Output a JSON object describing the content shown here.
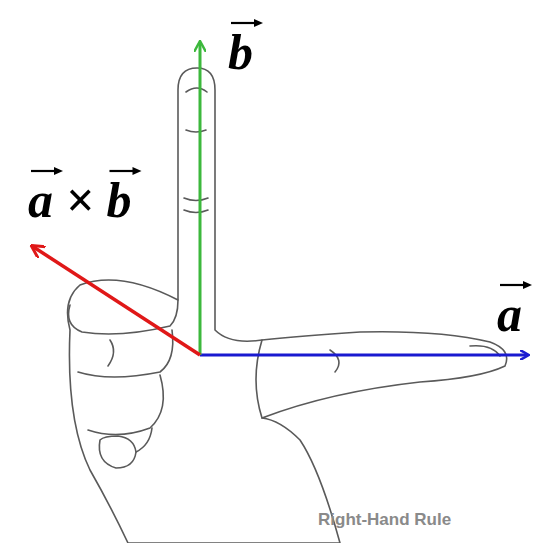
{
  "diagram": {
    "labels": [
      "b",
      "a × b",
      "a",
      "Right-Hand Rule"
    ]
  }
}
